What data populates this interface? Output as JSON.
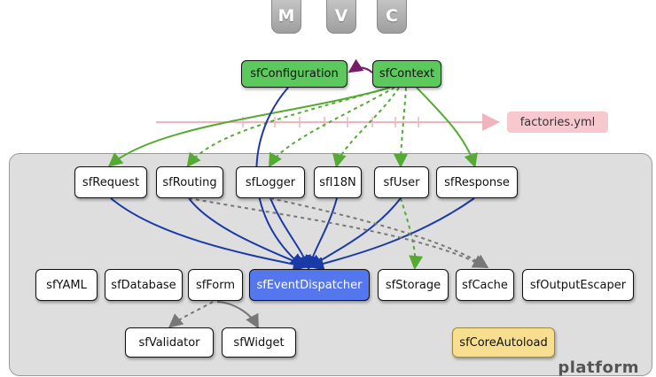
{
  "mvc": [
    "M",
    "V",
    "C"
  ],
  "factories": "factories.yml",
  "platform_label": "platform",
  "nodes": {
    "sfConfiguration": "sfConfiguration",
    "sfContext": "sfContext",
    "sfRequest": "sfRequest",
    "sfRouting": "sfRouting",
    "sfLogger": "sfLogger",
    "sfI18N": "sfI18N",
    "sfUser": "sfUser",
    "sfResponse": "sfResponse",
    "sfYAML": "sfYAML",
    "sfDatabase": "sfDatabase",
    "sfForm": "sfForm",
    "sfEventDispatcher": "sfEventDispatcher",
    "sfStorage": "sfStorage",
    "sfCache": "sfCache",
    "sfOutputEscaper": "sfOutputEscaper",
    "sfValidator": "sfValidator",
    "sfWidget": "sfWidget",
    "sfCoreAutoload": "sfCoreAutoload"
  },
  "colors": {
    "green_edge": "#55aa33",
    "blue_edge": "#1a3aa8",
    "gray_edge": "#777777",
    "purple_edge": "#7a1a6a",
    "pink_edge": "#f0b4bc"
  }
}
